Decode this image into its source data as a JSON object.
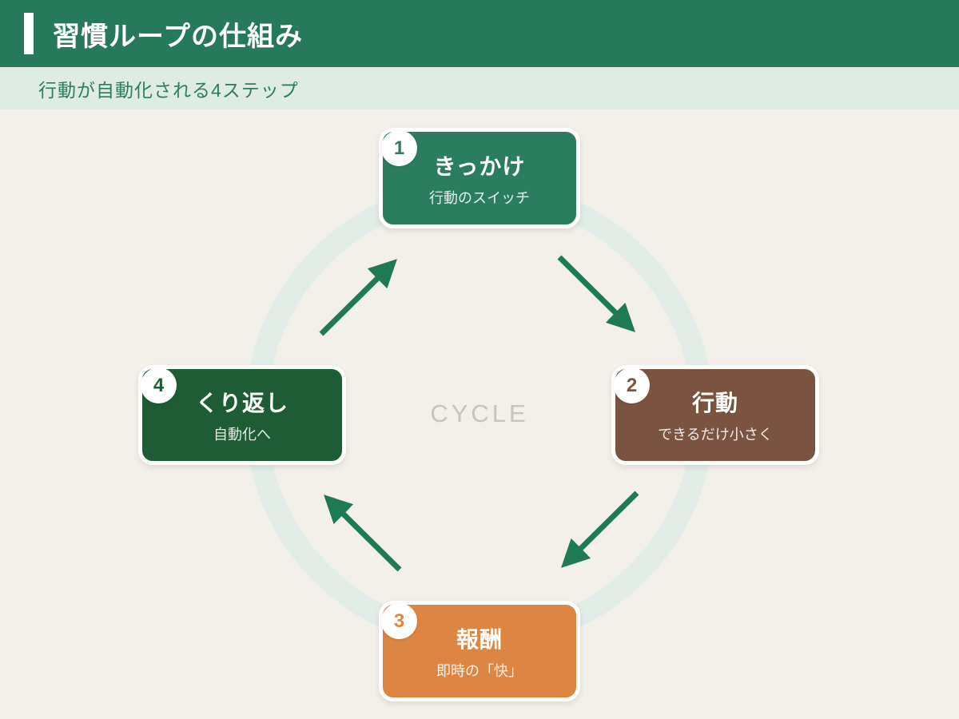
{
  "header": {
    "title": "習慣ループの仕組み",
    "bg_color": "#27795b",
    "accent_color": "#ffffff"
  },
  "subtitle_bar": {
    "text": "行動が自動化される4ステップ",
    "bg_color": "#dfece4",
    "text_color": "#2e7d5f"
  },
  "diagram": {
    "center_label": "CYCLE",
    "ring_color": "#e3ede8",
    "arrow_color": "#1e7a55",
    "background_color": "#f3f0ea",
    "badge_bg_color": "#ffffff",
    "steps": [
      {
        "number": "1",
        "title": "きっかけ",
        "subtitle": "行動のスイッチ",
        "color": "#2b7d5f",
        "position": "top"
      },
      {
        "number": "2",
        "title": "行動",
        "subtitle": "できるだけ小さく",
        "color": "#7a5440",
        "position": "right"
      },
      {
        "number": "3",
        "title": "報酬",
        "subtitle": "即時の「快」",
        "color": "#dd8542",
        "position": "bottom"
      },
      {
        "number": "4",
        "title": "くり返し",
        "subtitle": "自動化へ",
        "color": "#1d5c34",
        "position": "left"
      }
    ]
  }
}
